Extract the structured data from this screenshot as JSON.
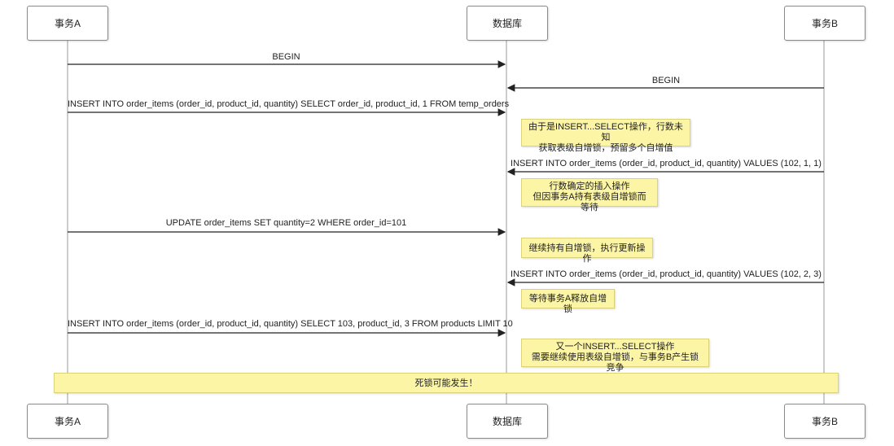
{
  "participants": {
    "a": "事务A",
    "db": "数据库",
    "b": "事务B"
  },
  "messages": [
    "BEGIN",
    "BEGIN",
    "INSERT INTO order_items (order_id, product_id, quantity) SELECT order_id, product_id, 1 FROM temp_orders",
    "INSERT INTO order_items (order_id, product_id, quantity) VALUES (102, 1, 1)",
    "UPDATE order_items SET quantity=2 WHERE order_id=101",
    "INSERT INTO order_items (order_id, product_id, quantity) VALUES (102, 2, 3)",
    "INSERT INTO order_items (order_id, product_id, quantity) SELECT 103, product_id, 3 FROM products LIMIT 10"
  ],
  "notes": [
    [
      "由于是INSERT...SELECT操作，行数未知",
      "获取表级自增锁，预留多个自增值"
    ],
    [
      "行数确定的插入操作",
      "但因事务A持有表级自增锁而等待"
    ],
    [
      "继续持有自增锁，执行更新操作"
    ],
    [
      "等待事务A释放自增锁"
    ],
    [
      "又一个INSERT...SELECT操作",
      "需要继续使用表级自增锁，与事务B产生锁竞争"
    ]
  ],
  "final_note": "死锁可能发生！"
}
